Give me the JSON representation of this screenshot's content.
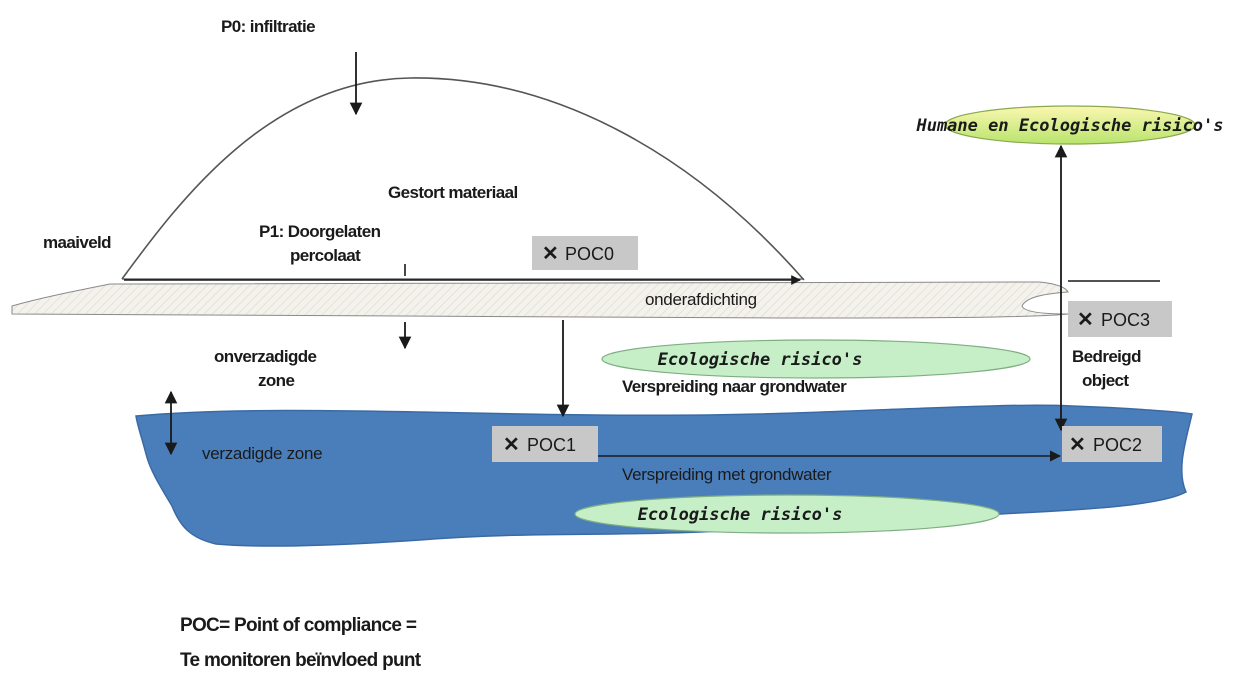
{
  "labels": {
    "p0": "P0: infiltratie",
    "gestort": "Gestort materiaal",
    "maaiveld": "maaiveld",
    "p1_line1": "P1: Doorgelaten",
    "p1_line2": "percolaat",
    "onderafdichting": "onderafdichting",
    "onverzadigde_line1": "onverzadigde",
    "onverzadigde_line2": "zone",
    "verzadigde": "verzadigde zone",
    "verspreiding_naar": "Verspreiding naar grondwater",
    "verspreiding_met": "Verspreiding met grondwater",
    "bedreigd_line1": "Bedreigd",
    "bedreigd_line2": "object"
  },
  "risks": {
    "humane": "Humane en Ecologische risico's",
    "eco_upper": "Ecologische risico's",
    "eco_lower": "Ecologische risico's"
  },
  "poc": {
    "mark": "✕",
    "poc0": "POC0",
    "poc1": "POC1",
    "poc2": "POC2",
    "poc3": "POC3"
  },
  "legend": {
    "line1": "POC= Point of compliance =",
    "line2": "Te monitoren beïnvloed punt"
  },
  "colors": {
    "groundwater": "#4a7ebb",
    "liner": "#f3f1ea",
    "eco_fill": "#c6efc8",
    "humane_fill": "#f2f29a",
    "poc_box": "#c8c8c8"
  }
}
